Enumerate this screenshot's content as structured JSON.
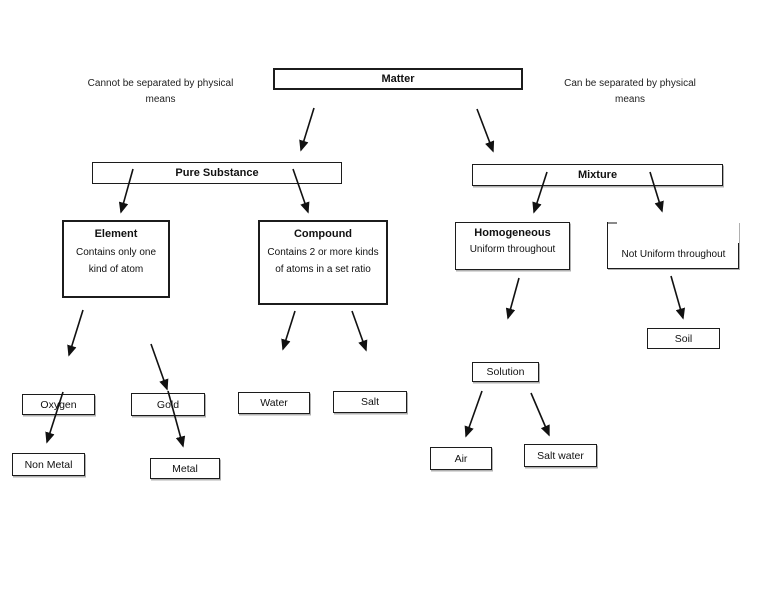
{
  "diagram": {
    "annotations": {
      "left": "Cannot be separated by physical means",
      "right": "Can be separated by physical means"
    },
    "nodes": {
      "matter": {
        "label": "Matter"
      },
      "pure_substance": {
        "label": "Pure Substance"
      },
      "mixture": {
        "label": "Mixture"
      },
      "element": {
        "label": "Element",
        "description": "Contains only one kind of atom"
      },
      "compound": {
        "label": "Compound",
        "description": "Contains 2 or more kinds of atoms in a set ratio"
      },
      "homogeneous": {
        "label": "Homogeneous",
        "description": "Uniform throughout"
      },
      "not_uniform": {
        "label": "Not Uniform throughout"
      },
      "soil": {
        "label": "Soil"
      },
      "solution": {
        "label": "Solution"
      },
      "oxygen": {
        "label": "Oxygen"
      },
      "gold": {
        "label": "Gold"
      },
      "water": {
        "label": "Water"
      },
      "salt": {
        "label": "Salt"
      },
      "non_metal": {
        "label": "Non Metal"
      },
      "metal": {
        "label": "Metal"
      },
      "air": {
        "label": "Air"
      },
      "salt_water": {
        "label": "Salt water"
      }
    },
    "colors": {
      "ink": "#1a1a1a",
      "background": "#ffffff"
    }
  }
}
